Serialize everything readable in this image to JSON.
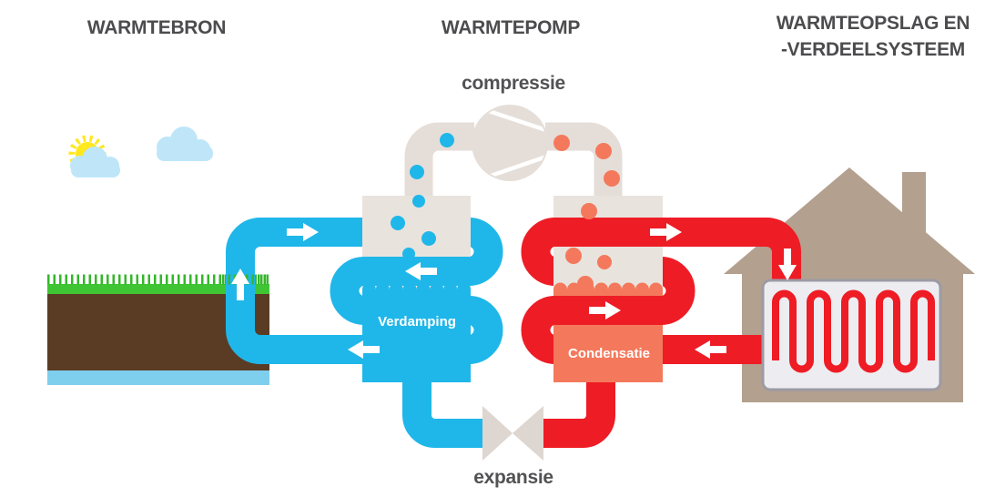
{
  "diagram": {
    "titles": {
      "source": "WARMTEBRON",
      "pump": "WARMTEPOMP",
      "storage_line1": "WARMTEOPSLAG EN",
      "storage_line2": "-VERDEELSYSTEEM"
    },
    "labels": {
      "compression": "compressie",
      "expansion": "expansie",
      "evaporation": "Verdamping",
      "condensation": "Condensatie"
    },
    "colors": {
      "cold_pipe_blue": "#1fb7e9",
      "hot_pipe_red": "#ee1c25",
      "refrigerant_pipe_beige": "#e5ded8",
      "component_box_beige": "#e9e3dd",
      "condensate_salmon": "#f4795c",
      "house_taupe": "#b3a08f",
      "soil_brown": "#5a3c25",
      "groundwater_blue": "#7ecfee",
      "grass_green": "#3fc533",
      "sun_yellow": "#ffe81e",
      "cloud_blue": "#bee6f8",
      "radiator_panel_gray": "#ededf1",
      "radiator_border_gray": "#9b9ba3",
      "title_gray": "#4c4c4e",
      "flow_arrow_white": "#ffffff"
    },
    "icons": {
      "sun": "sun-icon",
      "cloud": "cloud-icon",
      "ground": "ground-cross-section",
      "compressor": "compressor-icon",
      "expansion_valve": "expansion-valve-icon",
      "house": "house-icon",
      "radiator": "radiator-coil-icon",
      "flow_arrow": "flow-arrow-icon"
    }
  }
}
